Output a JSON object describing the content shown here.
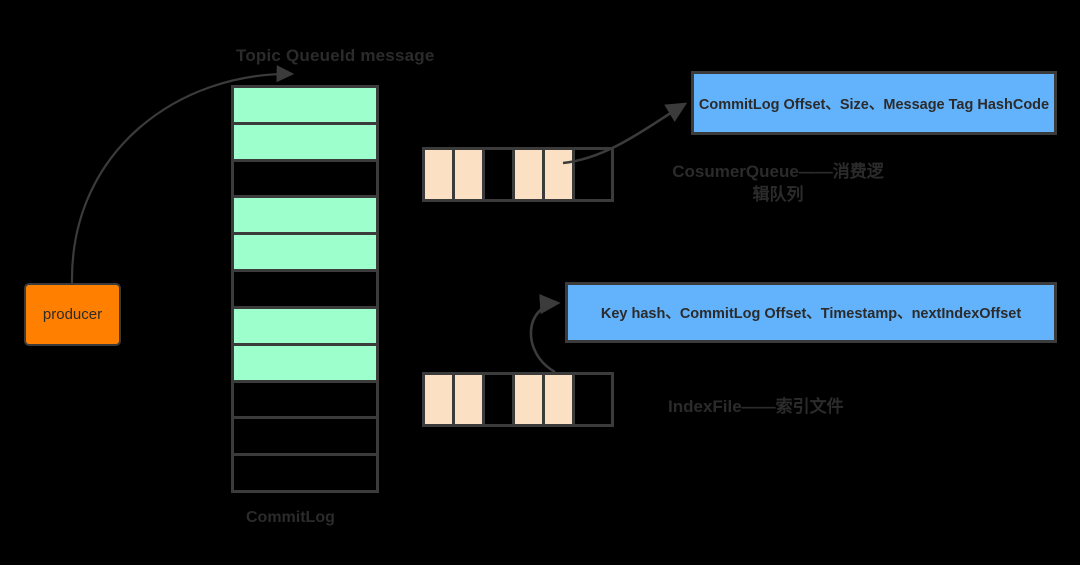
{
  "diagram": {
    "title_topic": "Topic QueueId message",
    "commitlog_caption": "CommitLog",
    "producer": {
      "label": "producer"
    },
    "commitlog": {
      "rows": [
        {
          "state": "green"
        },
        {
          "state": "green"
        },
        {
          "state": "black"
        },
        {
          "state": "green"
        },
        {
          "state": "green"
        },
        {
          "state": "black"
        },
        {
          "state": "green"
        },
        {
          "state": "green"
        },
        {
          "state": "black"
        },
        {
          "state": "black"
        },
        {
          "state": "black"
        }
      ]
    },
    "consumer_queue": {
      "strip_cells": [
        "peach",
        "peach",
        "black",
        "peach",
        "peach",
        "black"
      ],
      "box_text": "CommitLog Offset、Size、Message Tag HashCode",
      "caption": "CosumerQueue——消费逻辑队列"
    },
    "index_file": {
      "strip_cells": [
        "peach",
        "peach",
        "black",
        "peach",
        "peach",
        "black"
      ],
      "box_text": "Key hash、CommitLog Offset、Timestamp、nextIndexOffset",
      "caption": "IndexFile——索引文件"
    },
    "colors": {
      "background": "#000000",
      "green_cell": "#9DFFCB",
      "peach_cell": "#FCE0C4",
      "blue_box": "#63B3FC",
      "producer_orange": "#FF8000",
      "stroke": "#3b3b3b",
      "text": "#2b2b2b"
    }
  }
}
